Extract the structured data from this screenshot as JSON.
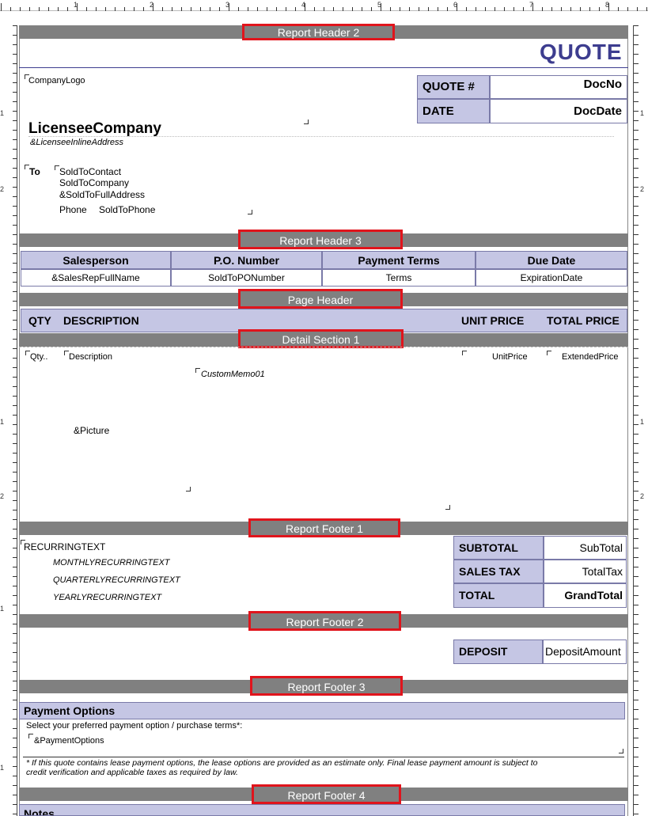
{
  "ruler": {
    "top": [
      "1",
      "2",
      "3",
      "4",
      "5",
      "6",
      "7",
      "8"
    ],
    "side_a": [
      "1",
      "2"
    ],
    "side_b": [
      "1",
      "2"
    ],
    "side_c": [
      "1"
    ],
    "side_d": [
      "1"
    ]
  },
  "sections": {
    "rh2": "Report Header 2",
    "rh3": "Report Header 3",
    "ph": "Page Header",
    "ds1": "Detail Section 1",
    "rf1": "Report Footer 1",
    "rf2": "Report Footer 2",
    "rf3": "Report Footer 3",
    "rf4": "Report Footer 4"
  },
  "header": {
    "quote_title": "QUOTE",
    "company_logo": "CompanyLogo",
    "quote_no_label": "QUOTE #",
    "quote_no_value": "DocNo",
    "date_label": "DATE",
    "date_value": "DocDate",
    "licensee_company": "LicenseeCompany",
    "licensee_address": "&LicenseeInlineAddress",
    "to_label": "To",
    "sold_to_contact": "SoldToContact",
    "sold_to_company": "SoldToCompany",
    "sold_to_address": "&SoldToFullAddress",
    "phone_label": "Phone",
    "sold_to_phone": "SoldToPhone"
  },
  "info_table": {
    "headers": [
      "Salesperson",
      "P.O. Number",
      "Payment Terms",
      "Due Date"
    ],
    "values": [
      "&SalesRepFullName",
      "SoldToPONumber",
      "Terms",
      "ExpirationDate"
    ]
  },
  "columns": {
    "qty": "QTY",
    "description": "DESCRIPTION",
    "unit_price": "UNIT PRICE",
    "total_price": "TOTAL PRICE"
  },
  "detail": {
    "qty": "Qty..",
    "description": "Description",
    "custom_memo": "CustomMemo01",
    "unit_price": "UnitPrice",
    "extended_price": "ExtendedPrice",
    "picture": "&Picture"
  },
  "footer1": {
    "recurring": "RECURRINGTEXT",
    "monthly": "MONTHLYRECURRINGTEXT",
    "quarterly": "QUARTERLYRECURRINGTEXT",
    "yearly": "YEARLYRECURRINGTEXT",
    "subtotal_label": "SUBTOTAL",
    "subtotal_value": "SubTotal",
    "tax_label": "SALES TAX",
    "tax_value": "TotalTax",
    "total_label": "TOTAL",
    "total_value": "GrandTotal"
  },
  "footer2": {
    "deposit_label": "DEPOSIT",
    "deposit_value": "DepositAmount"
  },
  "footer3": {
    "title": "Payment Options",
    "instruction": "Select your preferred payment option / purchase terms*:",
    "options": "&PaymentOptions",
    "note_line1": "* If this quote contains lease payment options, the lease options are provided as an estimate only. Final lease payment amount is subject to",
    "note_line2": "credit verification and applicable taxes as required by law."
  },
  "footer4": {
    "notes": "Notes"
  },
  "colors": {
    "accent": "#3d3d8f",
    "lavender": "#c5c6e4",
    "bar": "#808080",
    "highlight": "#e0141c"
  }
}
